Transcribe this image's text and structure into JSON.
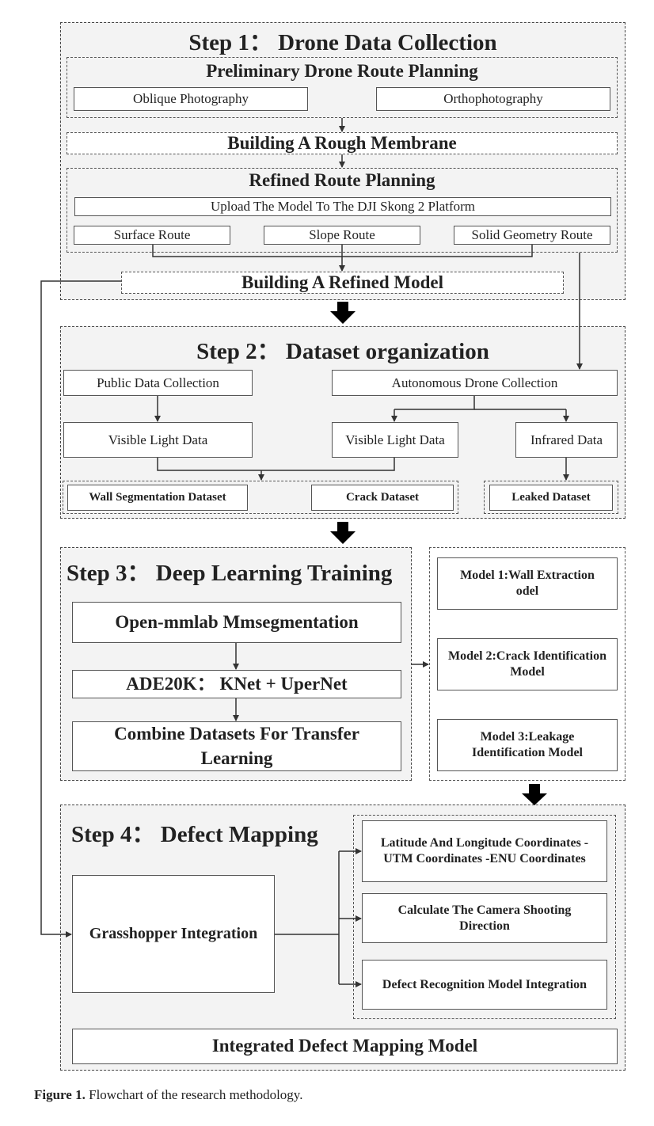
{
  "step1": {
    "title": "Step 1： Drone Data Collection",
    "preliminary": {
      "title": "Preliminary Drone Route Planning",
      "oblique": "Oblique Photography",
      "ortho": "Orthophotography"
    },
    "rough": "Building A Rough Membrane",
    "refined": {
      "title": "Refined Route Planning",
      "upload": "Upload The Model To The DJI Skong 2 Platform",
      "surface": "Surface Route",
      "slope": "Slope Route",
      "solid": "Solid Geometry Route"
    },
    "refined_model": "Building A Refined Model"
  },
  "step2": {
    "title": "Step 2： Dataset organization",
    "public": "Public Data Collection",
    "autonomous": "Autonomous Drone Collection",
    "visible_public": "Visible Light Data",
    "visible_drone": "Visible Light Data",
    "infrared": "Infrared Data",
    "wall_ds": "Wall Segmentation Dataset",
    "crack_ds": "Crack Dataset",
    "leaked_ds": "Leaked Dataset"
  },
  "step3": {
    "title": "Step 3： Deep Learning Training",
    "mmseg": "Open-mmlab Mmsegmentation",
    "ade": "ADE20K： KNet + UperNet",
    "combine": "Combine Datasets For Transfer Learning",
    "model1": "Model 1:Wall Extraction odel",
    "model2": "Model 2:Crack Identification Model",
    "model3": "Model 3:Leakage Identification Model"
  },
  "step4": {
    "title": "Step 4： Defect Mapping",
    "grasshopper": "Grasshopper Integration",
    "coords": "Latitude And Longitude Coordinates -UTM Coordinates -ENU Coordinates",
    "camera": "Calculate The Camera Shooting Direction",
    "recognition": "Defect Recognition Model Integration",
    "integrated": "Integrated Defect Mapping Model"
  },
  "caption": {
    "label": "Figure 1.",
    "text": " Flowchart of the research methodology."
  }
}
